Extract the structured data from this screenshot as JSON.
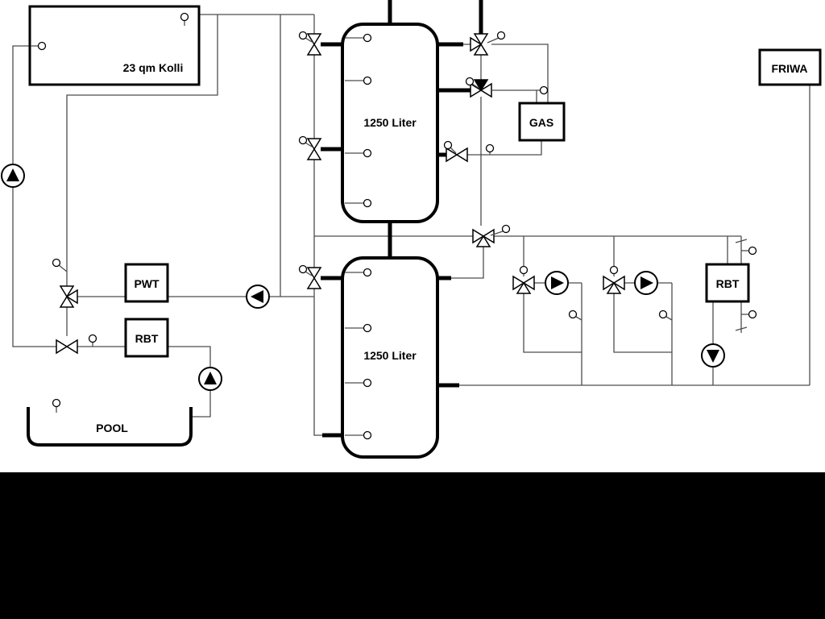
{
  "labels": {
    "collector": "23 qm Kolli",
    "tank_upper": "1250 Liter",
    "tank_lower": "1250 Liter",
    "gas_boiler": "GAS",
    "friwa": "FRIWA",
    "pwt": "PWT",
    "rbt_left": "RBT",
    "rbt_right": "RBT",
    "pool": "POOL"
  },
  "colors": {
    "pipe": "#4d4d4d",
    "component_outline": "#000000",
    "background": "#ffffff",
    "letterbox_bar": "#000000"
  }
}
